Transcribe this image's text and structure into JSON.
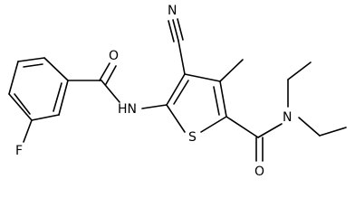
{
  "atoms": {
    "oxygen_amide": "O",
    "amide_nh": "HN",
    "fluorine": "F",
    "nitrile_n": "N",
    "ring_sulfur": "S",
    "carboxamide_o": "O",
    "diethylamine_n": "N"
  },
  "colors": {
    "bond": "#000000",
    "label": "#000000",
    "background": "#ffffff"
  }
}
